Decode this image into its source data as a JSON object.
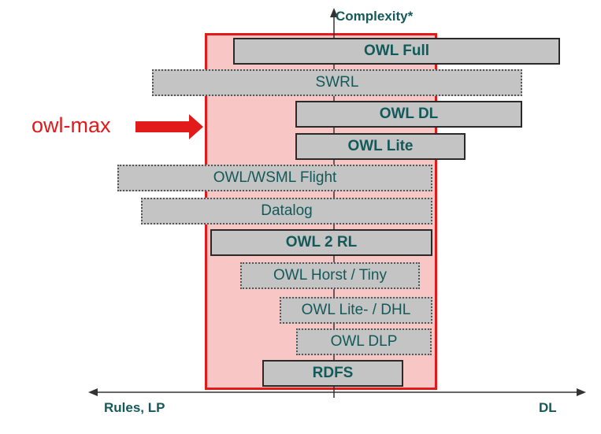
{
  "axes": {
    "vertical_label": "Complexity*",
    "horizontal_left_label": "Rules, LP",
    "horizontal_right_label": "DL"
  },
  "pointer": {
    "label": "owl-max",
    "color": "#e21a1a"
  },
  "colors": {
    "scope_fill": "#f9c6c6",
    "scope_border": "#e21a1a",
    "bar_fill": "#c4c4c4",
    "text": "#125a5a"
  },
  "languages": [
    {
      "name": "OWL Full",
      "border": "solid"
    },
    {
      "name": "SWRL",
      "border": "dotted"
    },
    {
      "name": "OWL DL",
      "border": "solid"
    },
    {
      "name": "OWL Lite",
      "border": "solid"
    },
    {
      "name": "OWL/WSML Flight",
      "border": "dotted"
    },
    {
      "name": "Datalog",
      "border": "dotted"
    },
    {
      "name": "OWL 2 RL",
      "border": "solid"
    },
    {
      "name": "OWL Horst / Tiny",
      "border": "dotted"
    },
    {
      "name": "OWL Lite- / DHL",
      "border": "dotted"
    },
    {
      "name": "OWL DLP",
      "border": "dotted"
    },
    {
      "name": "RDFS",
      "border": "solid"
    }
  ]
}
